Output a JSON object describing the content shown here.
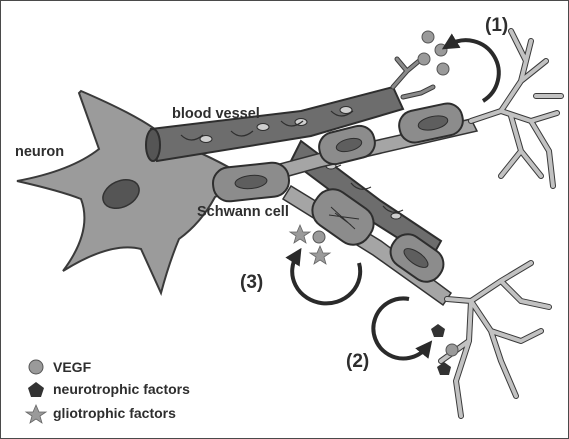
{
  "figure": {
    "labels": {
      "neuron": "neuron",
      "blood_vessel": "blood vessel",
      "schwann_cell": "Schwann cell"
    },
    "callouts": {
      "one": "(1)",
      "two": "(2)",
      "three": "(3)"
    },
    "legend": [
      {
        "marker": "circle",
        "label": "VEGF"
      },
      {
        "marker": "pentagon",
        "label": "neurotrophic factors"
      },
      {
        "marker": "star",
        "label": "gliotrophic factors"
      }
    ]
  }
}
